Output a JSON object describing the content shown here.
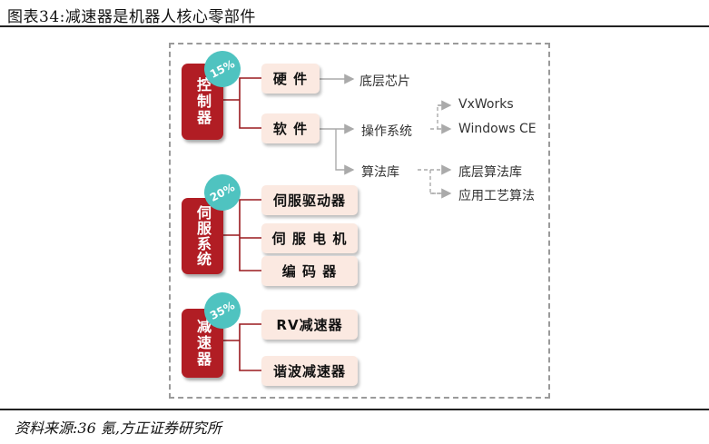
{
  "figure": {
    "title": "图表34:减速器是机器人核心零部件",
    "source": "资料来源:36 氪,方正证券研究所"
  },
  "colors": {
    "category_red": "#b11d24",
    "percent_teal": "#4fc3c0",
    "part_pink": "#fbe9e1",
    "branch_line": "#9a1a1f",
    "arrow_gray": "#aaaaaa"
  },
  "diagram": {
    "controller": {
      "label": "控制器",
      "percent": "15%",
      "hardware": {
        "label": "硬 件",
        "child": "底层芯片"
      },
      "software": {
        "label": "软 件",
        "os": {
          "label": "操作系统",
          "children": [
            "VxWorks",
            "Windows CE"
          ]
        },
        "algorithm": {
          "label": "算法库",
          "children": [
            "底层算法库",
            "应用工艺算法"
          ]
        }
      }
    },
    "servo": {
      "label": "伺服系统",
      "percent": "20%",
      "parts": [
        "伺服驱动器",
        "伺 服 电 机",
        "编 码 器"
      ]
    },
    "reducer": {
      "label": "减速器",
      "percent": "35%",
      "parts": [
        "RV减速器",
        "谐波减速器"
      ]
    }
  }
}
